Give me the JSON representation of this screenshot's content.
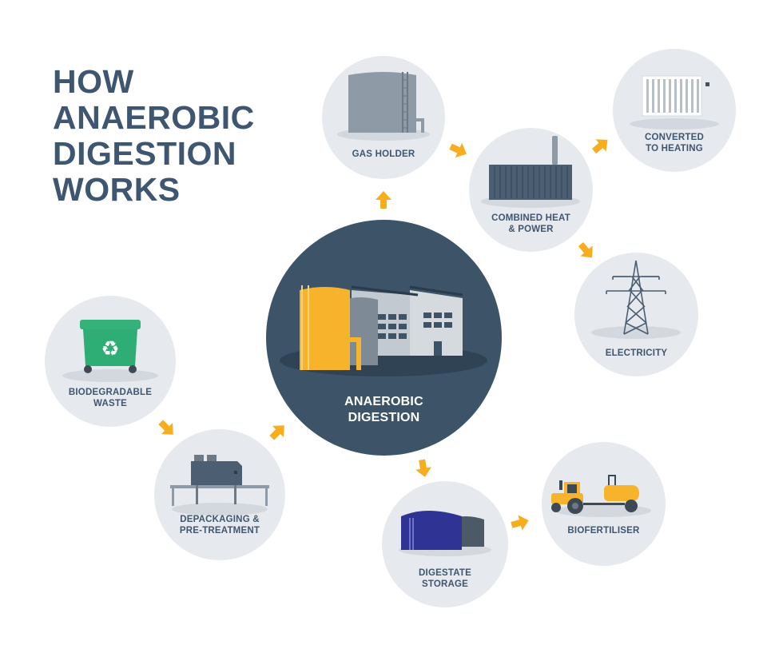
{
  "title": {
    "lines": [
      "HOW",
      "ANAEROBIC",
      "DIGESTION",
      "WORKS"
    ]
  },
  "colors": {
    "title_text": "#3f5670",
    "node_bg": "#e6e9ed",
    "center_bg": "#3d5468",
    "arrow": "#f6ad1e",
    "bin_green": "#2eae74",
    "tank_yellow": "#f7b32b",
    "digestate_blue": "#2f3393"
  },
  "nodes": {
    "gas_holder": {
      "lines": [
        "GAS HOLDER"
      ],
      "icon": "gas-holder-tank-icon"
    },
    "chp": {
      "lines": [
        "COMBINED HEAT",
        "& POWER"
      ],
      "icon": "shipping-container-generator-icon"
    },
    "heating": {
      "lines": [
        "CONVERTED",
        "TO HEATING"
      ],
      "icon": "radiator-icon"
    },
    "electricity": {
      "lines": [
        "ELECTRICITY"
      ],
      "icon": "pylon-icon"
    },
    "center": {
      "lines": [
        "ANAEROBIC",
        "DIGESTION"
      ],
      "icon": "digestion-plant-icon"
    },
    "waste": {
      "lines": [
        "BIODEGRADABLE",
        "WASTE"
      ],
      "icon": "recycling-bin-icon"
    },
    "depack": {
      "lines": [
        "DEPACKAGING &",
        "PRE-TREATMENT"
      ],
      "icon": "depackaging-machine-icon"
    },
    "digestate": {
      "lines": [
        "DIGESTATE",
        "STORAGE"
      ],
      "icon": "storage-tank-icon"
    },
    "biofert": {
      "lines": [
        "BIOFERTILISER"
      ],
      "icon": "tractor-tanker-icon"
    }
  },
  "flow": [
    [
      "BIODEGRADABLE WASTE",
      "DEPACKAGING & PRE-TREATMENT"
    ],
    [
      "DEPACKAGING & PRE-TREATMENT",
      "ANAEROBIC DIGESTION"
    ],
    [
      "ANAEROBIC DIGESTION",
      "GAS HOLDER"
    ],
    [
      "GAS HOLDER",
      "COMBINED HEAT & POWER"
    ],
    [
      "COMBINED HEAT & POWER",
      "CONVERTED TO HEATING"
    ],
    [
      "COMBINED HEAT & POWER",
      "ELECTRICITY"
    ],
    [
      "ANAEROBIC DIGESTION",
      "DIGESTATE STORAGE"
    ],
    [
      "DIGESTATE STORAGE",
      "BIOFERTILISER"
    ]
  ]
}
